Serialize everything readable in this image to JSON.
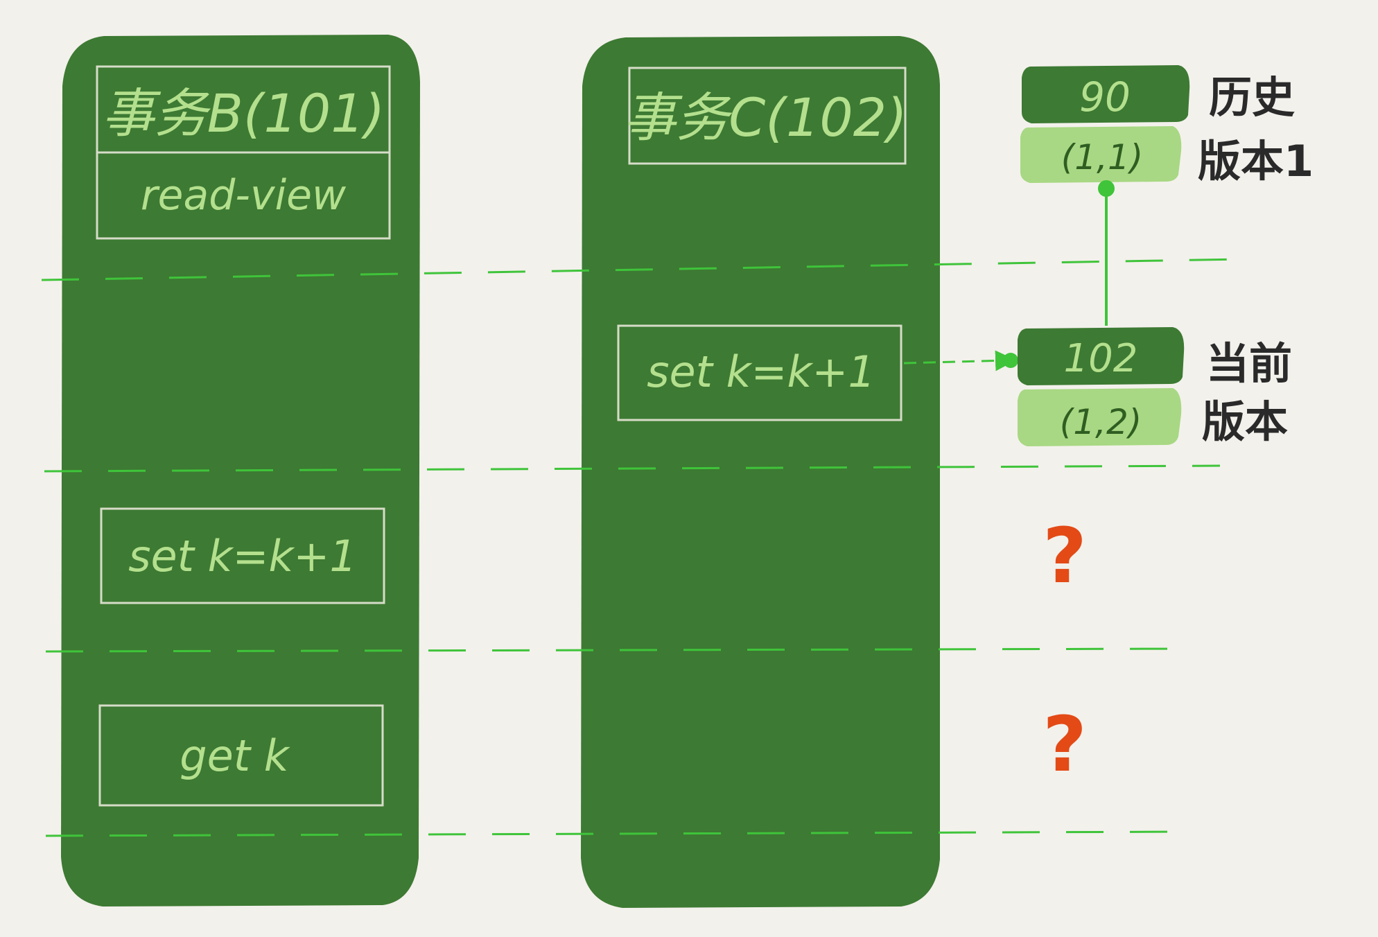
{
  "colors": {
    "background": "#f3f1ec",
    "column_fill": "#3d7a33",
    "box_stroke": "#d6dcc8",
    "column_text": "#b4e08e",
    "dashed_line": "#3fc43a",
    "version_dark": "#3d7a33",
    "version_light": "#a8d883",
    "question_mark": "#e34a16",
    "side_label": "#2a2a2a"
  },
  "transaction_b": {
    "title": "事务B(101)",
    "read_view": "read-view",
    "step_update": "set k=k+1",
    "step_read": "get k"
  },
  "transaction_c": {
    "title": "事务C(102)",
    "step_update": "set k=k+1"
  },
  "versions": {
    "history": {
      "trx_id": "90",
      "value": "(1,1)",
      "label_line1": "历史",
      "label_line2": "版本1"
    },
    "current": {
      "trx_id": "102",
      "value": "(1,2)",
      "label_line1": "当前",
      "label_line2": "版本"
    }
  },
  "unknowns": {
    "after_b_update": "?",
    "after_b_get": "?"
  }
}
